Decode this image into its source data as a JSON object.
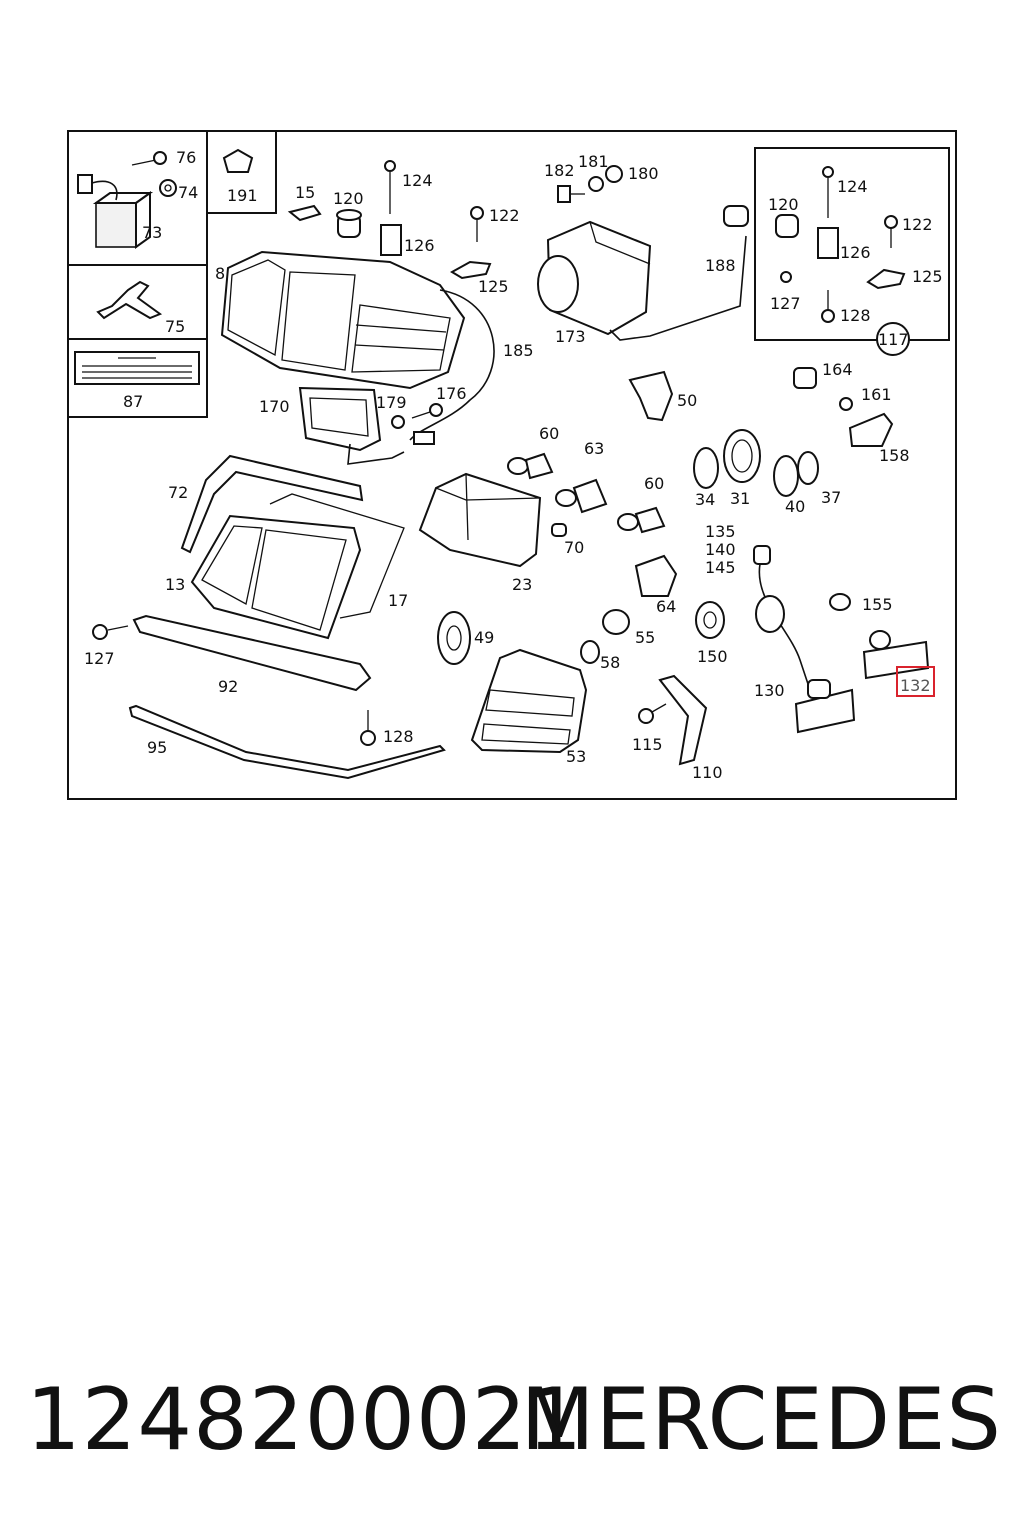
{
  "diagram": {
    "labels": {
      "p76": "76",
      "p74": "74",
      "p73": "73",
      "p191": "191",
      "p75": "75",
      "p87": "87",
      "p15": "15",
      "p120": "120",
      "p124": "124",
      "p126": "126",
      "p122": "122",
      "p125": "125",
      "p8": "8",
      "p185": "185",
      "p182": "182",
      "p181": "181",
      "p180": "180",
      "p188": "188",
      "p173": "173",
      "p120b": "120",
      "p124b": "124",
      "p122b": "122",
      "p126b": "126",
      "p127b": "127",
      "p125b": "125",
      "p128b": "128",
      "p117": "117",
      "p170": "170",
      "p179": "179",
      "p176": "176",
      "p50": "50",
      "p164": "164",
      "p161": "161",
      "p158": "158",
      "p72": "72",
      "p60a": "60",
      "p63": "63",
      "p60b": "60",
      "p34": "34",
      "p31": "31",
      "p40": "40",
      "p37": "37",
      "p13": "13",
      "p23": "23",
      "p70": "70",
      "p17": "17",
      "p135": "135",
      "p140": "140",
      "p145": "145",
      "p64": "64",
      "p155": "155",
      "p127": "127",
      "p49": "49",
      "p55": "55",
      "p150": "150",
      "p92": "92",
      "p58": "58",
      "p130": "130",
      "p132": "132",
      "p128": "128",
      "p95": "95",
      "p115": "115",
      "p53": "53",
      "p110": "110"
    },
    "highlight": "132"
  },
  "footer": {
    "part_number": "1248200021",
    "brand": "MERCEDES"
  }
}
